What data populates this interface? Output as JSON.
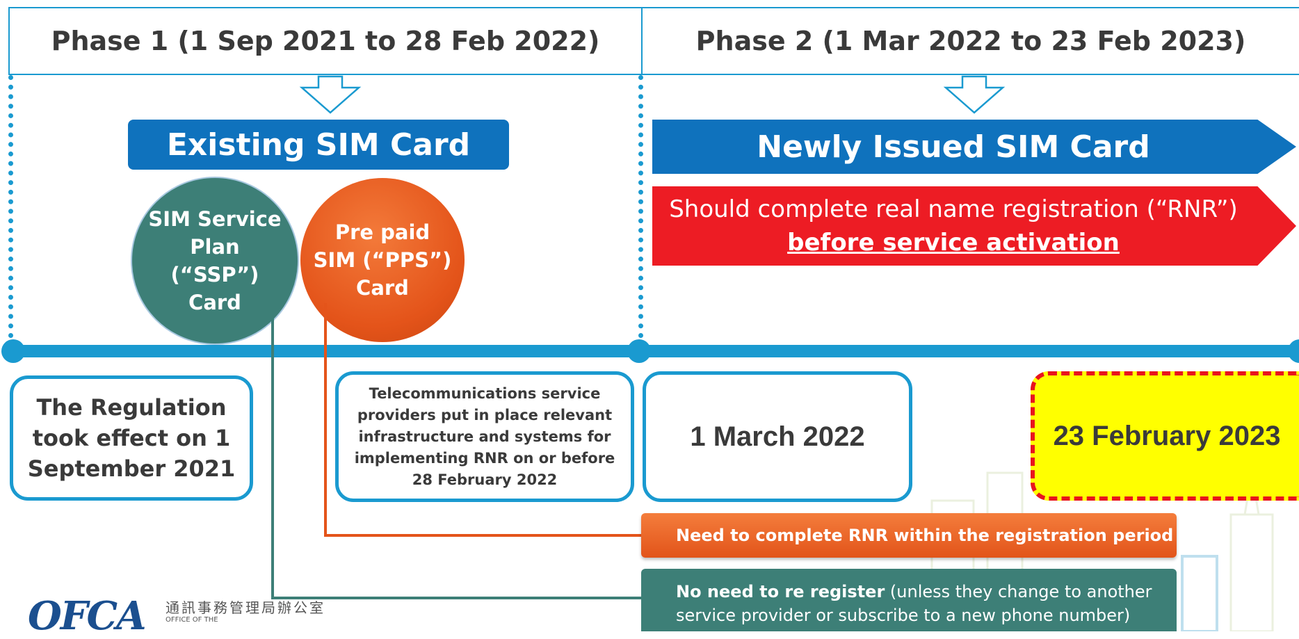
{
  "phases": {
    "phase1_label": "Phase 1 (1 Sep 2021 to 28 Feb 2022)",
    "phase2_label": "Phase 2 (1 Mar 2022 to 23 Feb 2023)"
  },
  "existing": {
    "title": "Existing SIM Card",
    "ssp_label": "SIM Service Plan (“SSP”) Card",
    "pps_label": "Pre paid SIM (“PPS”) Card"
  },
  "new_sim": {
    "title": "Newly Issued SIM Card",
    "requirement_line1": "Should complete real name registration (“RNR”)",
    "requirement_line2": "before service activation"
  },
  "milestones": {
    "regulation": "The Regulation took effect on 1 September 2021",
    "telecom": "Telecommunications service providers put in place relevant infrastructure and systems for implementing RNR on or before 28 February 2022",
    "march": "1 March 2022",
    "feb": "23 February 2023"
  },
  "notes": {
    "rnr": "Need to complete RNR within the registration period",
    "noreg_bold": "No need to re register",
    "noreg_rest": " (unless they change to another service provider or subscribe to a new phone number)"
  },
  "logo": {
    "mark": "OFCA",
    "chinese": "通訊事務管理局辦公室",
    "english": "OFFICE OF THE"
  },
  "colors": {
    "blue": "#1a9ad0",
    "dark_blue": "#0f72bd",
    "red": "#ed1c24",
    "teal": "#3d7f77",
    "orange": "#e4541a",
    "yellow": "#ffff00"
  }
}
